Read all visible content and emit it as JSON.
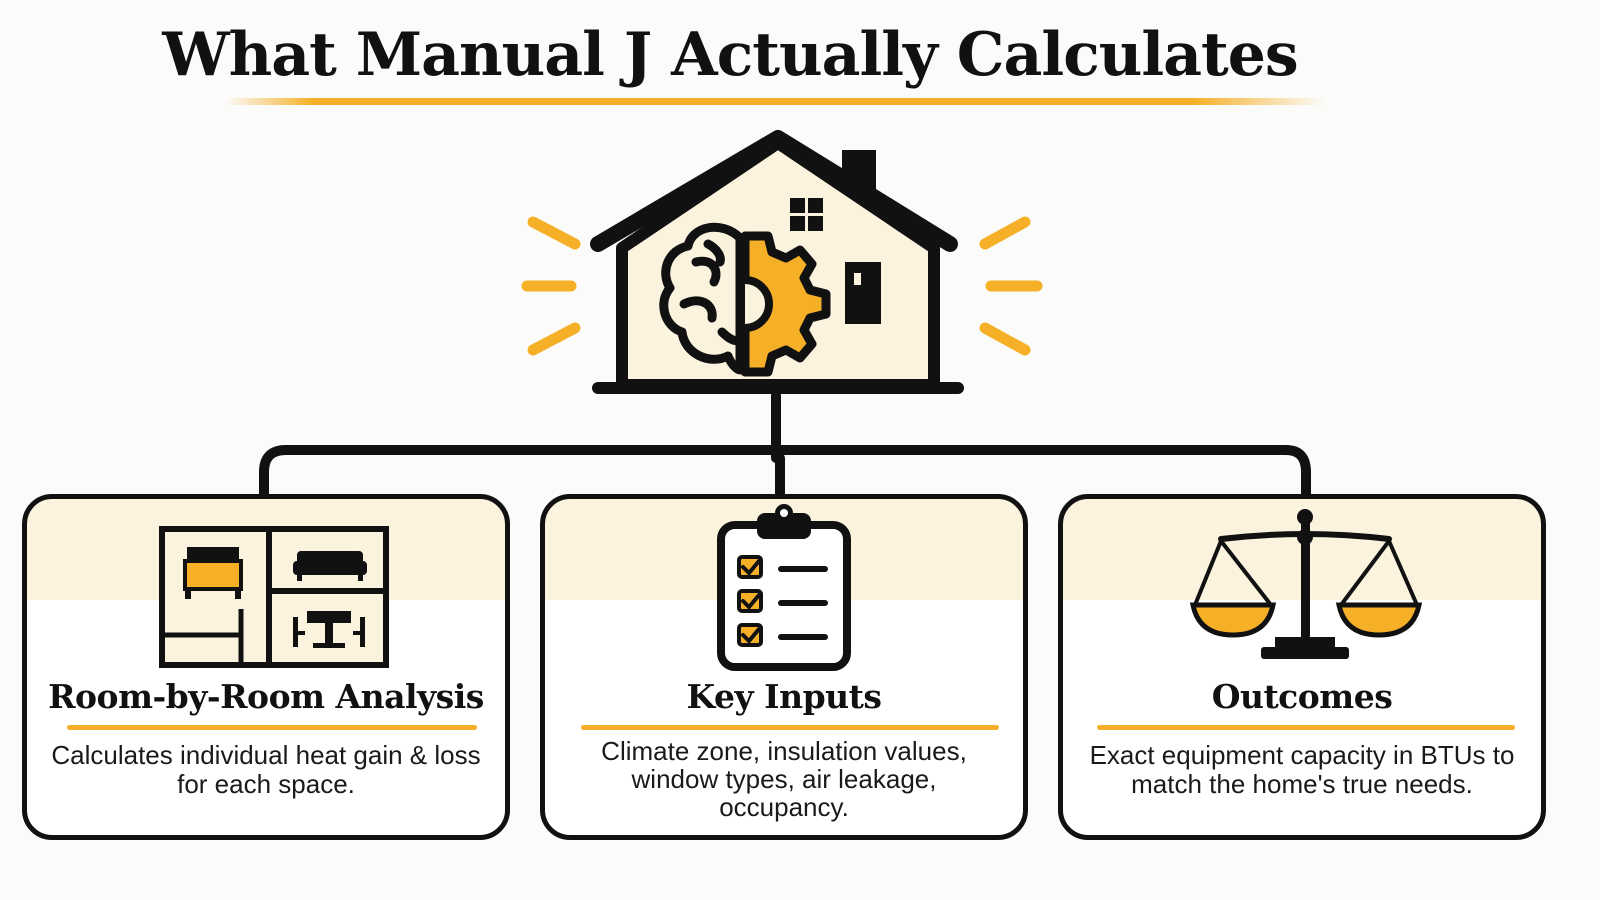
{
  "title": "What Manual J Actually Calculates",
  "colors": {
    "accent": "#f5b028",
    "cream": "#fcf3df",
    "ink": "#111111"
  },
  "center_icon": "house-with-brain-gear-icon",
  "cards": [
    {
      "title": "Room-by-Room Analysis",
      "body": "Calculates individual heat gain & loss for each space.",
      "icon": "floor-plan-icon"
    },
    {
      "title": "Key Inputs",
      "body": "Climate zone, insulation values, window types, air leakage, occupancy.",
      "icon": "checklist-clipboard-icon"
    },
    {
      "title": "Outcomes",
      "body": "Exact equipment capacity in BTUs to match the home's true needs.",
      "icon": "balance-scale-icon"
    }
  ]
}
